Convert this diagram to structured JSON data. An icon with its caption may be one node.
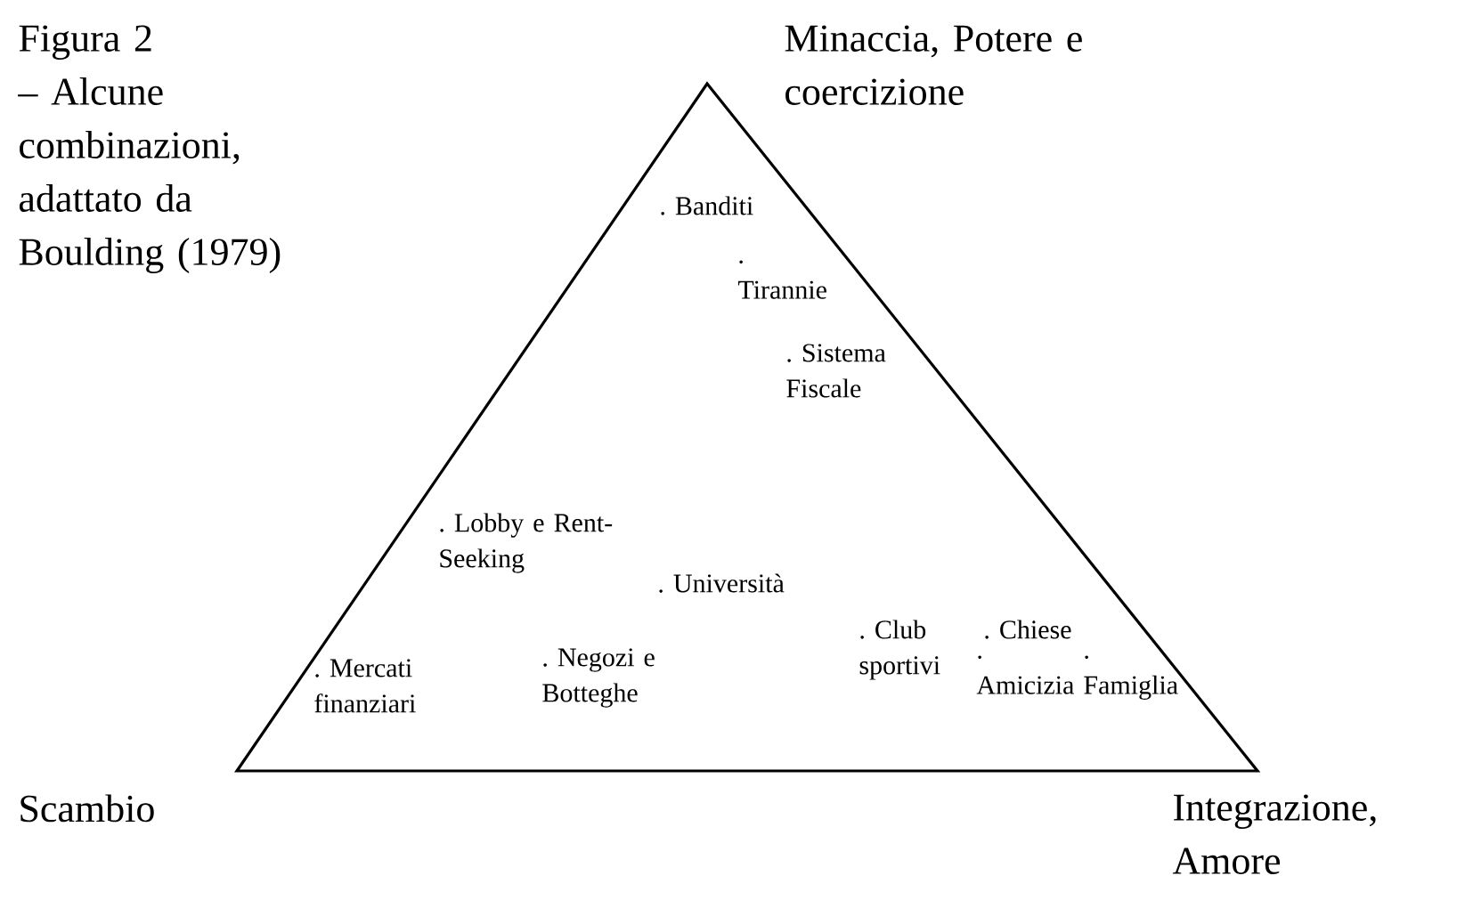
{
  "diagram": {
    "title": "Figura 2 – Alcune combinazioni, adattato da Boulding (1979)",
    "labels": [
      "Minaccia, Potere e coercizione",
      ". Banditi",
      ". Tirannie",
      ". Sistema Fiscale",
      ". Lobby e Rent-Seeking",
      ". Università",
      ". Club sportivi",
      ". Chiese",
      ". Mercati finanziari",
      ". Negozi e Botteghe",
      ". Amicizia",
      ". Famiglia",
      "Scambio",
      "Integrazione, Amore"
    ]
  }
}
